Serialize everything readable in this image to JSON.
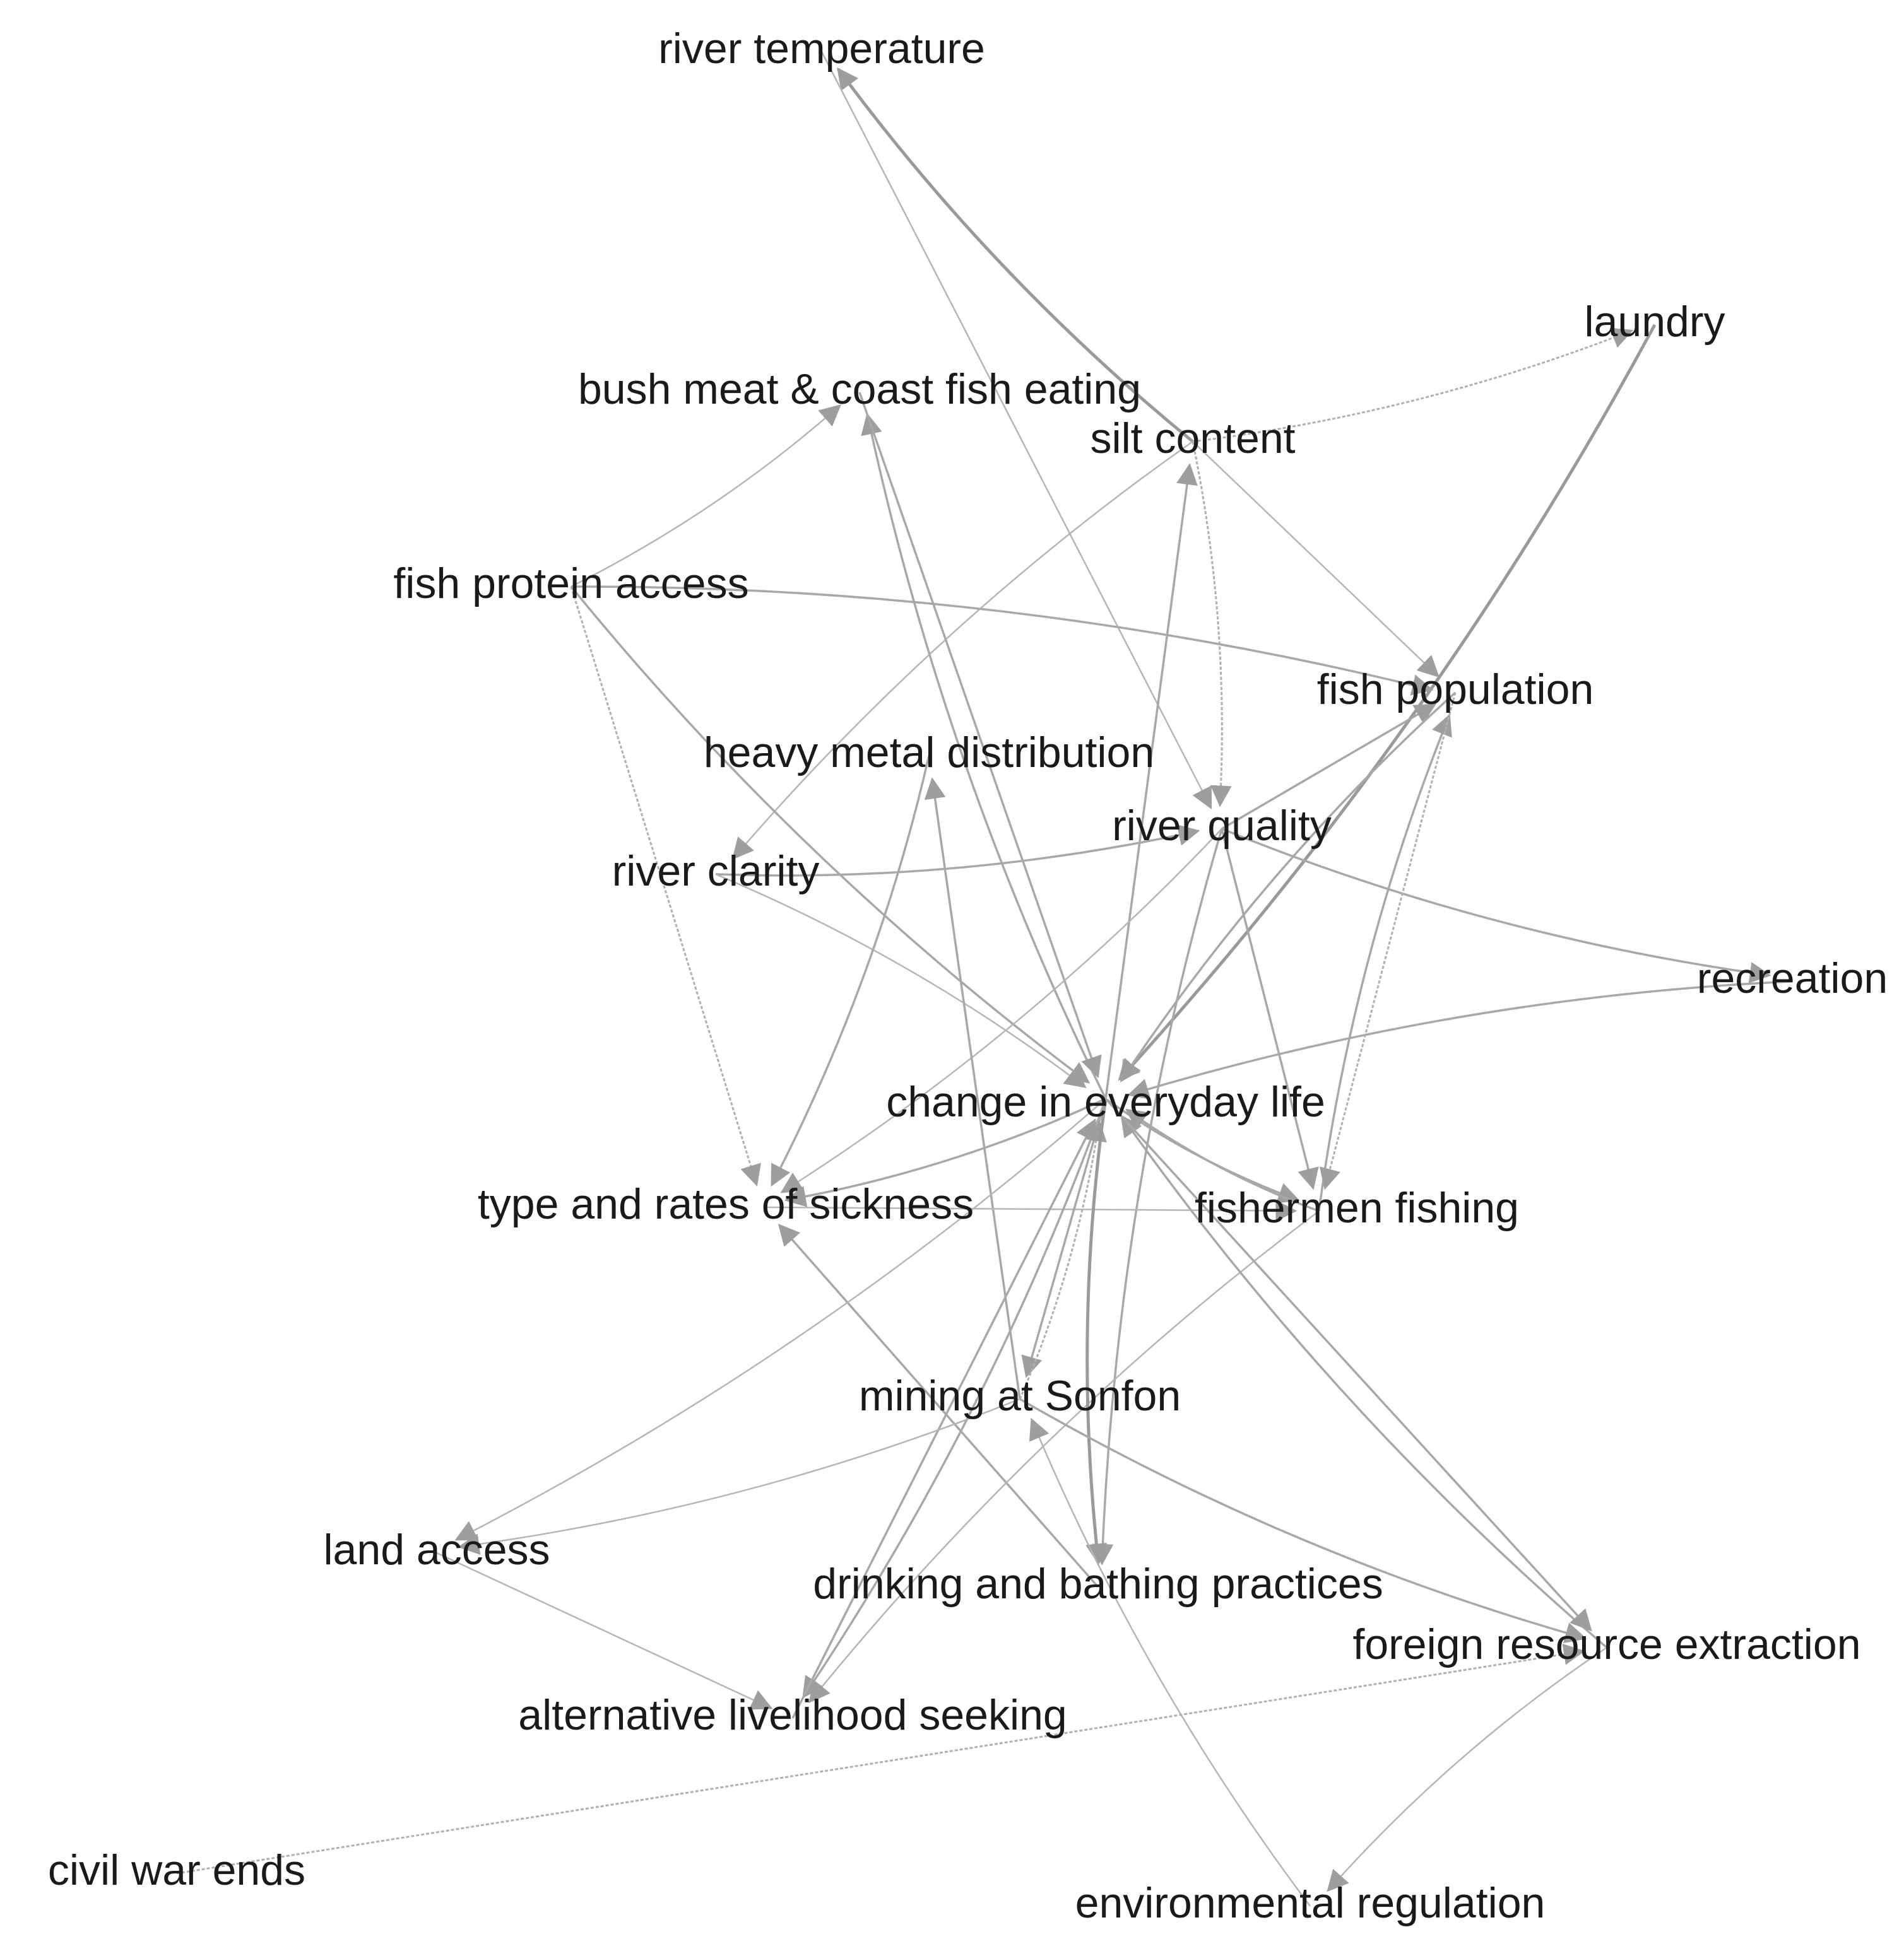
{
  "nodes": [
    {
      "id": "river_temperature",
      "label": "river temperature"
    },
    {
      "id": "laundry",
      "label": "laundry"
    },
    {
      "id": "bush_meat",
      "label": "bush meat & coast fish eating"
    },
    {
      "id": "silt_content",
      "label": "silt content"
    },
    {
      "id": "fish_protein_access",
      "label": "fish protein access"
    },
    {
      "id": "fish_population",
      "label": "fish population"
    },
    {
      "id": "heavy_metal",
      "label": "heavy metal distribution"
    },
    {
      "id": "river_quality",
      "label": "river quality"
    },
    {
      "id": "river_clarity",
      "label": "river clarity"
    },
    {
      "id": "recreation",
      "label": "recreation"
    },
    {
      "id": "change_everyday",
      "label": "change in everyday life"
    },
    {
      "id": "sickness",
      "label": "type and rates of sickness"
    },
    {
      "id": "fishermen_fishing",
      "label": "fishermen fishing"
    },
    {
      "id": "mining",
      "label": "mining at Sonfon"
    },
    {
      "id": "land_access",
      "label": "land access"
    },
    {
      "id": "drinking_bathing",
      "label": "drinking and bathing practices"
    },
    {
      "id": "foreign_extraction",
      "label": "foreign resource extraction"
    },
    {
      "id": "alt_livelihood",
      "label": "alternative livelihood seeking"
    },
    {
      "id": "civil_war",
      "label": "civil war ends"
    },
    {
      "id": "env_regulation",
      "label": "environmental regulation"
    }
  ],
  "edges": [
    {
      "from": "silt_content",
      "to": "river_temperature",
      "style": "thick"
    },
    {
      "from": "river_temperature",
      "to": "river_quality",
      "style": "thin"
    },
    {
      "from": "silt_content",
      "to": "laundry",
      "style": "dashed"
    },
    {
      "from": "laundry",
      "to": "change_everyday",
      "style": "thick"
    },
    {
      "from": "silt_content",
      "to": "fish_population",
      "style": "thin"
    },
    {
      "from": "silt_content",
      "to": "river_clarity",
      "style": "thin"
    },
    {
      "from": "silt_content",
      "to": "river_quality",
      "style": "dashed"
    },
    {
      "from": "change_everyday",
      "to": "silt_content",
      "style": "medium"
    },
    {
      "from": "fish_protein_access",
      "to": "bush_meat",
      "style": "thin"
    },
    {
      "from": "fish_protein_access",
      "to": "fish_population",
      "style": "medium"
    },
    {
      "from": "fish_protein_access",
      "to": "sickness",
      "style": "dashed"
    },
    {
      "from": "fish_protein_access",
      "to": "change_everyday",
      "style": "medium"
    },
    {
      "from": "change_everyday",
      "to": "bush_meat",
      "style": "medium"
    },
    {
      "from": "bush_meat",
      "to": "change_everyday",
      "style": "medium"
    },
    {
      "from": "river_clarity",
      "to": "river_quality",
      "style": "medium"
    },
    {
      "from": "river_clarity",
      "to": "change_everyday",
      "style": "thin"
    },
    {
      "from": "river_quality",
      "to": "fish_population",
      "style": "medium"
    },
    {
      "from": "river_quality",
      "to": "recreation",
      "style": "medium"
    },
    {
      "from": "river_quality",
      "to": "sickness",
      "style": "thin"
    },
    {
      "from": "river_quality",
      "to": "fishermen_fishing",
      "style": "medium"
    },
    {
      "from": "river_quality",
      "to": "drinking_bathing",
      "style": "medium"
    },
    {
      "from": "heavy_metal",
      "to": "sickness",
      "style": "medium"
    },
    {
      "from": "mining",
      "to": "heavy_metal",
      "style": "medium"
    },
    {
      "from": "recreation",
      "to": "change_everyday",
      "style": "medium"
    },
    {
      "from": "fishermen_fishing",
      "to": "fish_population",
      "style": "medium"
    },
    {
      "from": "fish_population",
      "to": "fishermen_fishing",
      "style": "dashed"
    },
    {
      "from": "fish_population",
      "to": "change_everyday",
      "style": "medium"
    },
    {
      "from": "change_everyday",
      "to": "sickness",
      "style": "medium"
    },
    {
      "from": "drinking_bathing",
      "to": "sickness",
      "style": "medium"
    },
    {
      "from": "change_everyday",
      "to": "fishermen_fishing",
      "style": "medium"
    },
    {
      "from": "fishermen_fishing",
      "to": "change_everyday",
      "style": "medium"
    },
    {
      "from": "sickness",
      "to": "fishermen_fishing",
      "style": "thin"
    },
    {
      "from": "fishermen_fishing",
      "to": "alt_livelihood",
      "style": "thin"
    },
    {
      "from": "change_everyday",
      "to": "land_access",
      "style": "thin"
    },
    {
      "from": "change_everyday",
      "to": "mining",
      "style": "medium"
    },
    {
      "from": "mining",
      "to": "change_everyday",
      "style": "dashed"
    },
    {
      "from": "change_everyday",
      "to": "alt_livelihood",
      "style": "medium"
    },
    {
      "from": "alt_livelihood",
      "to": "change_everyday",
      "style": "medium"
    },
    {
      "from": "change_everyday",
      "to": "drinking_bathing",
      "style": "thick"
    },
    {
      "from": "mining",
      "to": "land_access",
      "style": "thin"
    },
    {
      "from": "land_access",
      "to": "alt_livelihood",
      "style": "thin"
    },
    {
      "from": "mining",
      "to": "foreign_extraction",
      "style": "medium"
    },
    {
      "from": "foreign_extraction",
      "to": "change_everyday",
      "style": "medium"
    },
    {
      "from": "change_everyday",
      "to": "foreign_extraction",
      "style": "medium"
    },
    {
      "from": "foreign_extraction",
      "to": "env_regulation",
      "style": "thin"
    },
    {
      "from": "env_regulation",
      "to": "mining",
      "style": "thin"
    },
    {
      "from": "civil_war",
      "to": "foreign_extraction",
      "style": "dashed"
    }
  ]
}
